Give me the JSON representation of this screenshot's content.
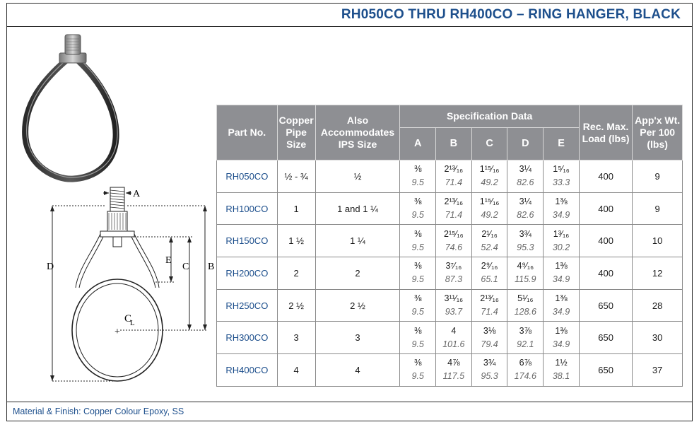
{
  "title": "RH050CO THRU RH400CO – RING HANGER, BLACK",
  "footer": "Material & Finish: Copper Colour Epoxy, SS",
  "diagram_labels": {
    "a": "A",
    "b": "B",
    "c": "C",
    "d": "D",
    "e": "E",
    "cl": "C",
    "cl_sub": "L",
    "plus": "+"
  },
  "table": {
    "headers": {
      "part_no": "Part No.",
      "copper_pipe_size": "Copper Pipe Size",
      "also_ips": "Also Accommodates IPS Size",
      "spec_data": "Specification Data",
      "a": "A",
      "b": "B",
      "c": "C",
      "d": "D",
      "e": "E",
      "rec_max_load": "Rec. Max. Load (lbs)",
      "weight": "App'x Wt. Per 100 (lbs)"
    },
    "rows": [
      {
        "part": "RH050CO",
        "cu": "½ - ¾",
        "ips": "½",
        "a_in": "⅜",
        "a_mm": "9.5",
        "b_in": "2¹³⁄₁₆",
        "b_mm": "71.4",
        "c_in": "1¹⁵⁄₁₆",
        "c_mm": "49.2",
        "d_in": "3¼",
        "d_mm": "82.6",
        "e_in": "1⁵⁄₁₆",
        "e_mm": "33.3",
        "load": "400",
        "wt": "9"
      },
      {
        "part": "RH100CO",
        "cu": "1",
        "ips": "1 and 1 ¼",
        "a_in": "⅜",
        "a_mm": "9.5",
        "b_in": "2¹³⁄₁₆",
        "b_mm": "71.4",
        "c_in": "1¹⁵⁄₁₆",
        "c_mm": "49.2",
        "d_in": "3¼",
        "d_mm": "82.6",
        "e_in": "1⅜",
        "e_mm": "34.9",
        "load": "400",
        "wt": "9"
      },
      {
        "part": "RH150CO",
        "cu": "1 ½",
        "ips": "1 ¼",
        "a_in": "⅜",
        "a_mm": "9.5",
        "b_in": "2¹⁵⁄₁₆",
        "b_mm": "74.6",
        "c_in": "2¹⁄₁₆",
        "c_mm": "52.4",
        "d_in": "3¾",
        "d_mm": "95.3",
        "e_in": "1³⁄₁₆",
        "e_mm": "30.2",
        "load": "400",
        "wt": "10"
      },
      {
        "part": "RH200CO",
        "cu": "2",
        "ips": "2",
        "a_in": "⅜",
        "a_mm": "9.5",
        "b_in": "3⁷⁄₁₆",
        "b_mm": "87.3",
        "c_in": "2⁹⁄₁₆",
        "c_mm": "65.1",
        "d_in": "4⁹⁄₁₆",
        "d_mm": "115.9",
        "e_in": "1⅜",
        "e_mm": "34.9",
        "load": "400",
        "wt": "12"
      },
      {
        "part": "RH250CO",
        "cu": "2 ½",
        "ips": "2 ½",
        "a_in": "⅜",
        "a_mm": "9.5",
        "b_in": "3¹¹⁄₁₆",
        "b_mm": "93.7",
        "c_in": "2¹³⁄₁₆",
        "c_mm": "71.4",
        "d_in": "5¹⁄₁₆",
        "d_mm": "128.6",
        "e_in": "1⅜",
        "e_mm": "34.9",
        "load": "650",
        "wt": "28"
      },
      {
        "part": "RH300CO",
        "cu": "3",
        "ips": "3",
        "a_in": "⅜",
        "a_mm": "9.5",
        "b_in": "4",
        "b_mm": "101.6",
        "c_in": "3⅛",
        "c_mm": "79.4",
        "d_in": "3⅞",
        "d_mm": "92.1",
        "e_in": "1⅜",
        "e_mm": "34.9",
        "load": "650",
        "wt": "30"
      },
      {
        "part": "RH400CO",
        "cu": "4",
        "ips": "4",
        "a_in": "⅜",
        "a_mm": "9.5",
        "b_in": "4⅞",
        "b_mm": "117.5",
        "c_in": "3¾",
        "c_mm": "95.3",
        "d_in": "6⅞",
        "d_mm": "174.6",
        "e_in": "1½",
        "e_mm": "38.1",
        "load": "650",
        "wt": "37"
      }
    ]
  }
}
